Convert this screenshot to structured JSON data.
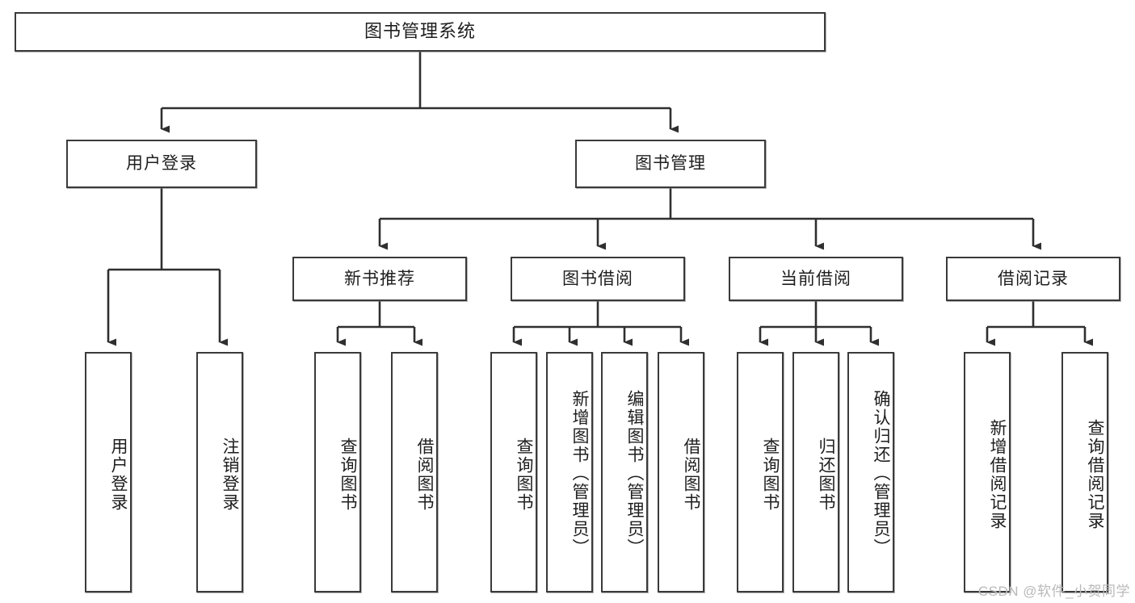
{
  "diagram": {
    "title": "图书管理系统",
    "type": "tree-hierarchy",
    "background_color": "#ffffff",
    "border_color": "#3a3a3a",
    "text_color": "#1e1e1e"
  },
  "root": {
    "label": "图书管理系统"
  },
  "level1": [
    {
      "label": "用户登录"
    },
    {
      "label": "图书管理"
    }
  ],
  "level2": [
    {
      "label": "新书推荐"
    },
    {
      "label": "图书借阅"
    },
    {
      "label": "当前借阅"
    },
    {
      "label": "借阅记录"
    }
  ],
  "leaves": {
    "user_login": [
      {
        "label": "用户登录"
      },
      {
        "label": "注销登录"
      }
    ],
    "new_book_recommend": [
      {
        "label": "查询图书"
      },
      {
        "label": "借阅图书"
      }
    ],
    "book_borrow": [
      {
        "label": "查询图书"
      },
      {
        "label": "新增图书（管理员）"
      },
      {
        "label": "编辑图书（管理员）"
      },
      {
        "label": "借阅图书"
      }
    ],
    "current_borrow": [
      {
        "label": "查询图书"
      },
      {
        "label": "归还图书"
      },
      {
        "label": "确认归还（管理员）"
      }
    ],
    "borrow_record": [
      {
        "label": "新增借阅记录"
      },
      {
        "label": "查询借阅记录"
      }
    ]
  },
  "watermark": {
    "text": "CSDN @软件_小贺同学"
  }
}
